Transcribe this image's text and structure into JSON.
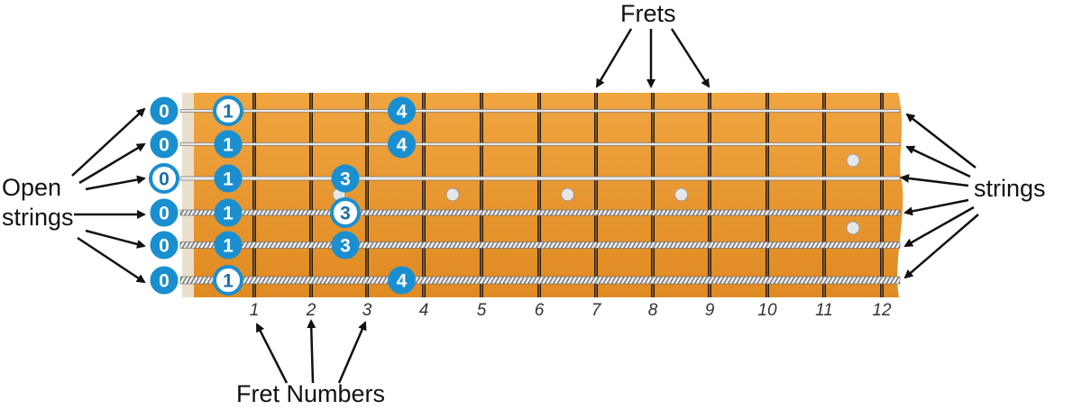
{
  "labels": {
    "frets": "Frets",
    "open_strings_line1": "Open",
    "open_strings_line2": "strings",
    "strings": "strings",
    "fret_numbers": "Fret Numbers"
  },
  "fret_numbers": [
    "1",
    "2",
    "3",
    "4",
    "5",
    "6",
    "7",
    "8",
    "9",
    "10",
    "11",
    "12"
  ],
  "colors": {
    "wood": "#e8962e",
    "note_blue": "#1a8fd0",
    "note_white": "#ffffff",
    "fret_wire": "#2a1a08",
    "nut": "#e9dfcc"
  },
  "notes": [
    {
      "string": 1,
      "fret": 0,
      "label": "0",
      "style": "blue"
    },
    {
      "string": 2,
      "fret": 0,
      "label": "0",
      "style": "blue"
    },
    {
      "string": 3,
      "fret": 0,
      "label": "0",
      "style": "white"
    },
    {
      "string": 4,
      "fret": 0,
      "label": "0",
      "style": "blue"
    },
    {
      "string": 5,
      "fret": 0,
      "label": "0",
      "style": "blue"
    },
    {
      "string": 6,
      "fret": 0,
      "label": "0",
      "style": "blue"
    },
    {
      "string": 1,
      "fret": 1,
      "label": "1",
      "style": "white"
    },
    {
      "string": 2,
      "fret": 1,
      "label": "1",
      "style": "blue"
    },
    {
      "string": 3,
      "fret": 1,
      "label": "1",
      "style": "blue"
    },
    {
      "string": 4,
      "fret": 1,
      "label": "1",
      "style": "blue"
    },
    {
      "string": 5,
      "fret": 1,
      "label": "1",
      "style": "blue"
    },
    {
      "string": 6,
      "fret": 1,
      "label": "1",
      "style": "white"
    },
    {
      "string": 3,
      "fret": 3,
      "label": "3",
      "style": "blue"
    },
    {
      "string": 4,
      "fret": 3,
      "label": "3",
      "style": "white"
    },
    {
      "string": 5,
      "fret": 3,
      "label": "3",
      "style": "blue"
    },
    {
      "string": 1,
      "fret": 4,
      "label": "4",
      "style": "blue"
    },
    {
      "string": 2,
      "fret": 4,
      "label": "4",
      "style": "blue"
    },
    {
      "string": 6,
      "fret": 4,
      "label": "4",
      "style": "blue"
    }
  ]
}
